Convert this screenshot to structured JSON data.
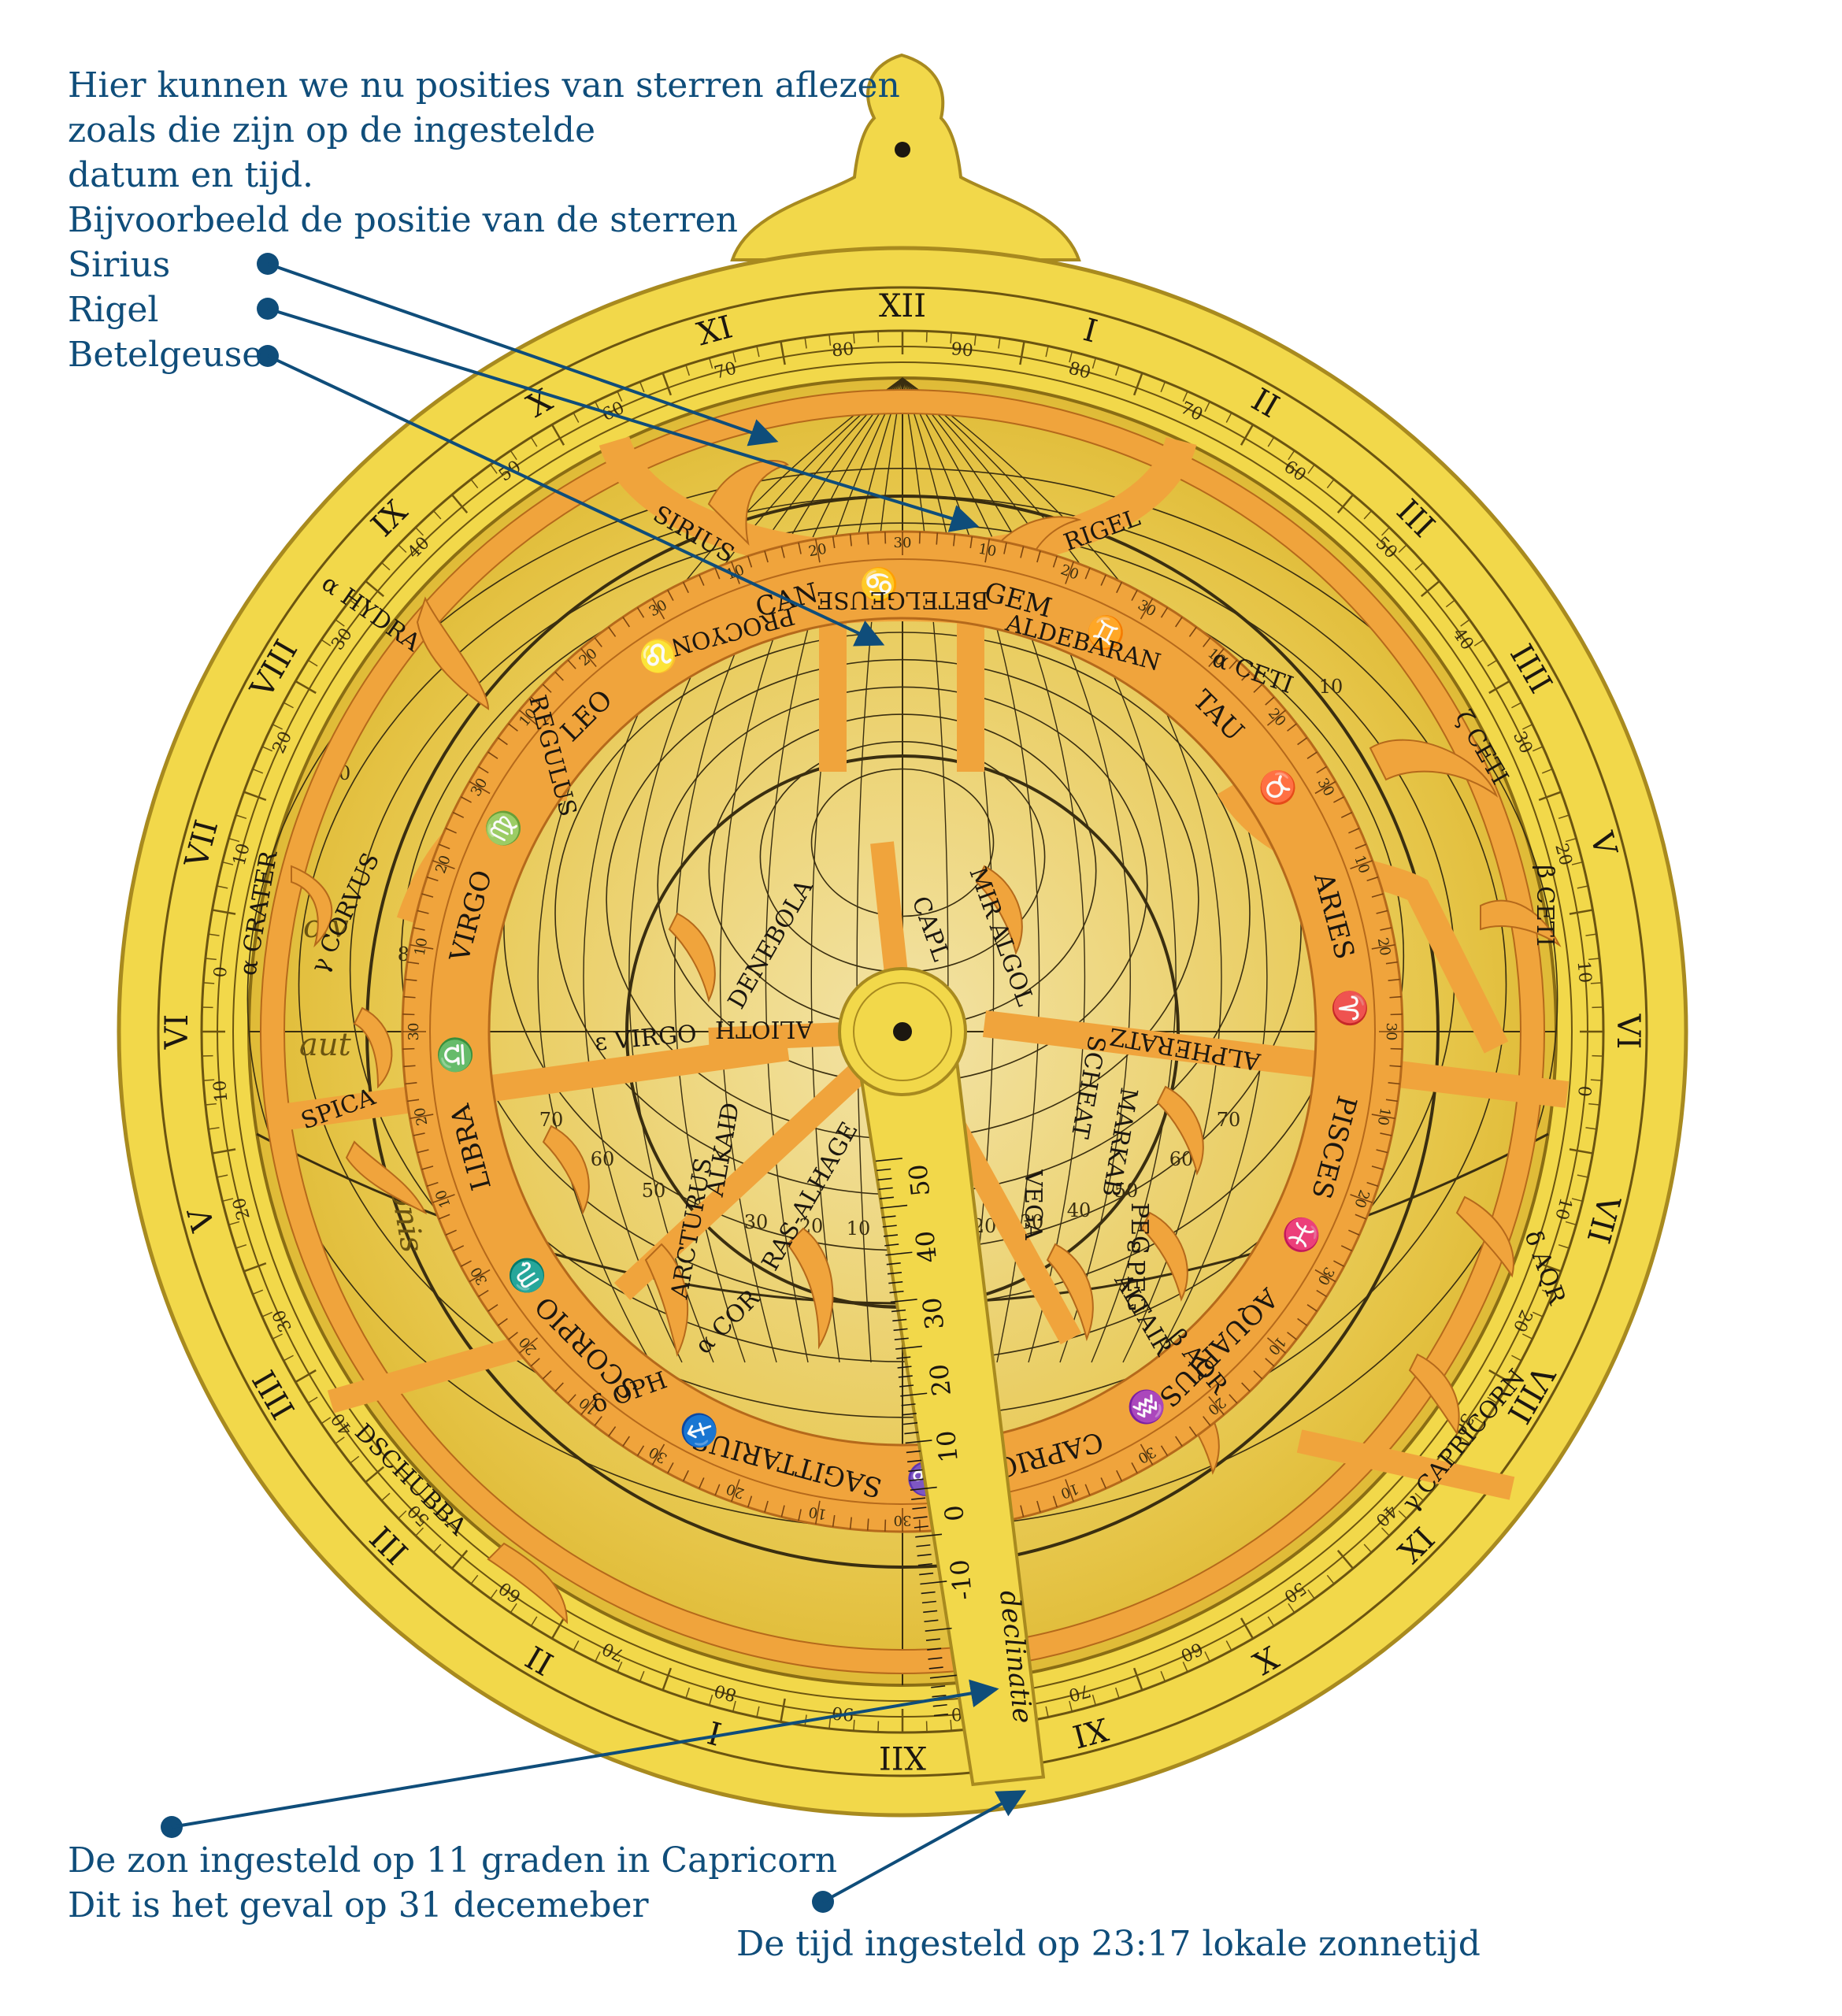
{
  "intro_lines": [
    "Hier kunnen we nu posities van sterren aflezen",
    "zoals die zijn op de ingestelde",
    "datum en tijd.",
    "Bijvoorbeeld de positie van de sterren"
  ],
  "star_callouts": [
    "Sirius",
    "Rigel",
    "Betelgeuse"
  ],
  "sun_note": [
    "De zon ingesteld op 11 graden in Capricorn",
    "Dit is het geval op 31 decemeber"
  ],
  "time_note": "De tijd ingesteld op 23:17 lokale zonnetijd",
  "hour_numerals": [
    "XII",
    "I",
    "II",
    "III",
    "IIII",
    "V",
    "VI",
    "VII",
    "VIII",
    "IX",
    "X",
    "XI",
    "XII",
    "I",
    "II",
    "III",
    "IIII",
    "V",
    "VI",
    "VII",
    "VIII",
    "IX",
    "X",
    "XI"
  ],
  "altitude_numbers": [
    "90",
    "80",
    "70",
    "60",
    "50",
    "40",
    "30",
    "20",
    "10",
    "0"
  ],
  "rete_stars": [
    "SIRIUS",
    "RIGEL",
    "BETELGEUSE",
    "PROCYON",
    "ALDEBARAN",
    "α CETI",
    "ζ CETI",
    "β CETI",
    "α HYDRA",
    "REGULUS",
    "α CRATER",
    "γ CORVUS",
    "SPICA",
    "DENEBOLA",
    "CAPL",
    "ALIOTH",
    "ε VIRGO",
    "MIR ALGOL",
    "ALPHERATZ",
    "SCHEAT",
    "MARKAB",
    "PEG",
    "ε PEG",
    "ALTAIR",
    "β AQR",
    "δ AQR",
    "VEGA",
    "RAS-ALHAGE",
    "ARCTURUS",
    "ALKAID",
    "α COR",
    "δ OPH",
    "DSCHUBBA",
    "γ CAPRICORN"
  ],
  "zodiac": [
    {
      "name": "CAN",
      "sym": "♋"
    },
    {
      "name": "GEM",
      "sym": "♊"
    },
    {
      "name": "TAU",
      "sym": "♉"
    },
    {
      "name": "ARIES",
      "sym": "♈"
    },
    {
      "name": "PISCES",
      "sym": "♓"
    },
    {
      "name": "AQUARIUS",
      "sym": "♒"
    },
    {
      "name": "CAPRICORN",
      "sym": "♑"
    },
    {
      "name": "SAGITTARIUS",
      "sym": "♐"
    },
    {
      "name": "SCORPIO",
      "sym": "♏"
    },
    {
      "name": "LIBRA",
      "sym": "♎"
    },
    {
      "name": "VIRGO",
      "sym": "♍"
    },
    {
      "name": "LEO",
      "sym": "♌"
    }
  ],
  "zodiac_degree_labels": [
    "10",
    "20",
    "30"
  ],
  "plate_words": [
    "civ",
    "aut",
    "onis"
  ],
  "rule_numbers": [
    "50",
    "40",
    "30",
    "20",
    "10",
    "0",
    "-10"
  ],
  "rule_label": "declinatie",
  "colors": {
    "frame": "#f2d84a",
    "frame_edge": "#a88a1f",
    "rete": "#f0a43c",
    "rete_edge": "#b5691b",
    "plate": "#e2bd36",
    "ink": "#1c1710",
    "callout": "#0f4d7a"
  }
}
